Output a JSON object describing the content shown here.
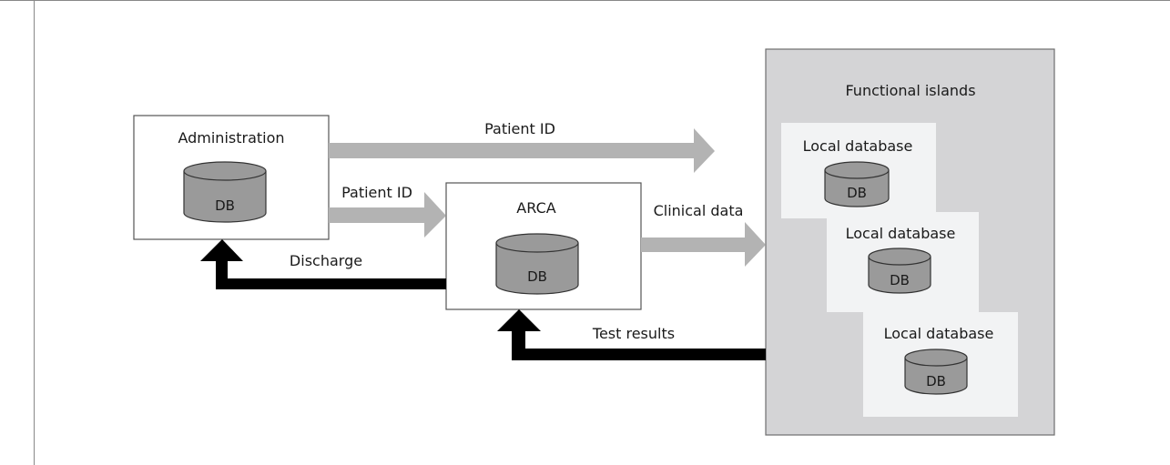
{
  "diagram": {
    "functional_islands": {
      "title": "Functional islands"
    },
    "administration": {
      "title": "Administration",
      "db_label": "DB"
    },
    "arca": {
      "title": "ARCA",
      "db_label": "DB"
    },
    "local_databases": [
      {
        "title": "Local database",
        "db_label": "DB"
      },
      {
        "title": "Local database",
        "db_label": "DB"
      },
      {
        "title": "Local database",
        "db_label": "DB"
      }
    ],
    "arrows": {
      "patient_id_top": "Patient ID",
      "patient_id_arca": "Patient ID",
      "clinical_data": "Clinical data",
      "discharge": "Discharge",
      "test_results": "Test results"
    },
    "colors": {
      "gray_arrow": "#b3b3b3",
      "black_arrow": "#000000",
      "panel_fill": "#d4d4d6",
      "card_fill": "#f2f3f4",
      "db_fill": "#9a9a9a"
    }
  }
}
